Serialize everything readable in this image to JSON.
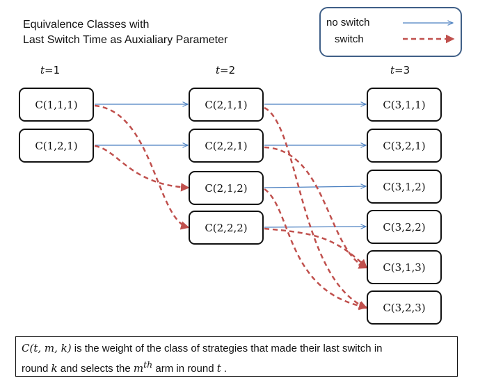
{
  "title": {
    "line1": "Equivalence Classes with",
    "line2": "Last Switch Time as Auxialiary Parameter"
  },
  "legend": {
    "no_switch": "no switch",
    "switch": "switch",
    "no_switch_color": "#4a7fc0",
    "switch_color": "#c0504d"
  },
  "columns": [
    {
      "var": "t",
      "label": "=1"
    },
    {
      "var": "t",
      "label": "=2"
    },
    {
      "var": "t",
      "label": "=3"
    }
  ],
  "nodes": {
    "c111": "C(1,1,1)",
    "c121": "C(1,2,1)",
    "c211": "C(2,1,1)",
    "c221": "C(2,2,1)",
    "c212": "C(2,1,2)",
    "c222": "C(2,2,2)",
    "c311": "C(3,1,1)",
    "c321": "C(3,2,1)",
    "c312": "C(3,1,2)",
    "c322": "C(3,2,2)",
    "c313": "C(3,1,3)",
    "c323": "C(3,2,3)"
  },
  "caption": {
    "formula": "C(t, m, k)",
    "text1": " is the weight of the class of strategies that made their last switch in",
    "text2a": "round ",
    "k": "k",
    "text2b": " and selects the ",
    "m": "m",
    "sup": "th",
    "text2c": " arm in round ",
    "t": "t",
    "text2d": " ."
  }
}
